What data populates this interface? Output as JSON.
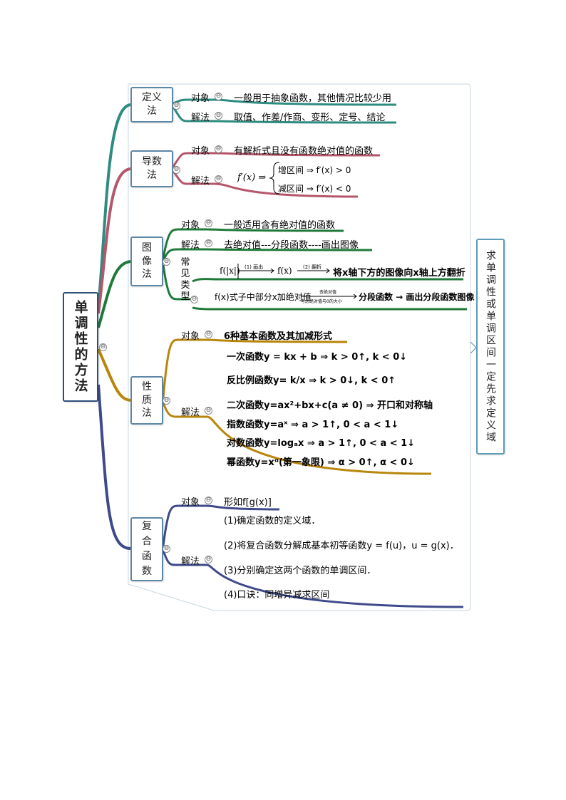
{
  "root": {
    "label": "单调性的方法"
  },
  "side_note": {
    "label": "求单调性或单调区间一定先求定义域"
  },
  "branches": {
    "definition": {
      "title": "定义法",
      "object_label": "对象",
      "object_text": "一般用于抽象函数，其他情况比较少用",
      "method_label": "解法",
      "method_text": "取值、作差/作商、变形、定号、结论"
    },
    "derivative": {
      "title": "导数法",
      "object_label": "对象",
      "object_text": "有解析式且没有函数绝对值的函数",
      "method_label": "解法",
      "fx": "f′(x) ⇒",
      "inc": "增区间 ⇒ f′(x) > 0",
      "dec": "减区间 ⇒ f′(x) < 0"
    },
    "graph": {
      "title": "图像法",
      "object_label": "对象",
      "object_text": "一般适用含有绝对值的函数",
      "method_label": "解法",
      "method_text": "去绝对值---分段函数----画出图像",
      "types_label": "常见类型",
      "type1_a": "f(|x|)",
      "type1_arrow1": "(1) 画出",
      "type1_b": "f(x)",
      "type1_arrow2": "(2) 翻折",
      "type1_c": "将x轴下方的图像向x轴上方翻折",
      "type2_a": "f(x)式子中部分x加绝对值",
      "type2_arrow_top": "去绝对值",
      "type2_arrow_bottom": "考虑绝对值与0的大小",
      "type2_b": "分段函数 → 画出分段函数图像"
    },
    "property": {
      "title": "性质法",
      "object_label": "对象",
      "object_text": "6种基本函数及其加减形式",
      "method_label": "解法",
      "items": [
        "一次函数y = kx + b ⇒ k > 0↑, k < 0↓",
        "反比例函数y= k/x ⇒ k > 0↓, k < 0↑",
        "二次函数y=ax²+bx+c(a ≠ 0) ⇒ 开口和对称轴",
        "指数函数y=aˣ ⇒ a > 1↑, 0 < a < 1↓",
        "对数函数y=logₐx ⇒ a > 1↑, 0 < a < 1↓",
        "幂函数y=xᵅ(第一象限) ⇒ α > 0↑, α < 0↓"
      ]
    },
    "composite": {
      "title": "复合函数",
      "object_label": "对象",
      "object_text": "形如f[g(x)]",
      "method_label": "解法",
      "steps": [
        "(1)确定函数的定义域．",
        "(2)将复合函数分解成基本初等函数y = f(u)，u = g(x)．",
        "(3)分别确定这两个函数的单调区间．",
        "(4)口诀：同增异减求区间"
      ]
    }
  },
  "colors": {
    "definition": "#2e8b80",
    "derivative": "#b5566b",
    "graph": "#1f7a3a",
    "property": "#b8860b",
    "composite": "#3e4a8a",
    "box_border": "#5d87a6"
  }
}
